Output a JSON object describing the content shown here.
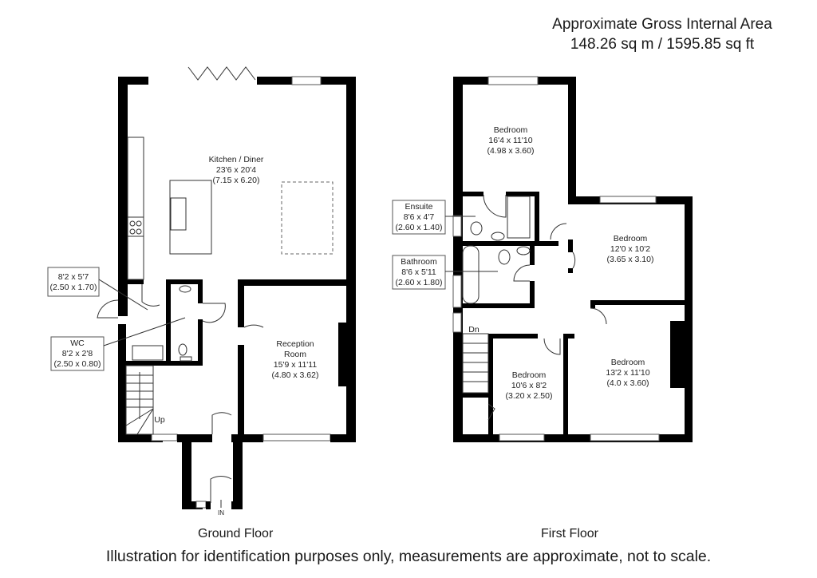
{
  "header": {
    "title": "Approximate Gross Internal Area",
    "area": "148.26 sq m / 1595.85 sq ft"
  },
  "ground_floor": {
    "label": "Ground Floor",
    "rooms": [
      {
        "name": "Kitchen / Diner",
        "imperial": "23'6 x 20'4",
        "metric": "(7.15 x 6.20)"
      },
      {
        "name": "Reception",
        "name2": "Room",
        "imperial": "15'9 x 11'11",
        "metric": "(4.80 x 3.62)"
      },
      {
        "name": "",
        "imperial": "8'2 x 5'7",
        "metric": "(2.50 x 1.70)"
      },
      {
        "name": "WC",
        "imperial": "8'2 x 2'8",
        "metric": "(2.50 x 0.80)"
      }
    ],
    "stairs_label": "Up",
    "entrance_label": "IN"
  },
  "first_floor": {
    "label": "First Floor",
    "rooms": [
      {
        "name": "Bedroom",
        "imperial": "16'4 x 11'10",
        "metric": "(4.98 x 3.60)"
      },
      {
        "name": "Ensuite",
        "imperial": "8'6 x 4'7",
        "metric": "(2.60 x 1.40)"
      },
      {
        "name": "Bathroom",
        "imperial": "8'6 x 5'11",
        "metric": "(2.60 x 1.80)"
      },
      {
        "name": "Bedroom",
        "imperial": "12'0 x 10'2",
        "metric": "(3.65 x 3.10)"
      },
      {
        "name": "Bedroom",
        "imperial": "10'6 x 8'2",
        "metric": "(3.20 x 2.50)"
      },
      {
        "name": "Bedroom",
        "imperial": "13'2 x 11'10",
        "metric": "(4.0 x 3.60)"
      }
    ],
    "stairs_label": "Dn"
  },
  "footer": {
    "disclaimer": "Illustration for identification purposes only, measurements are approximate, not to scale."
  }
}
